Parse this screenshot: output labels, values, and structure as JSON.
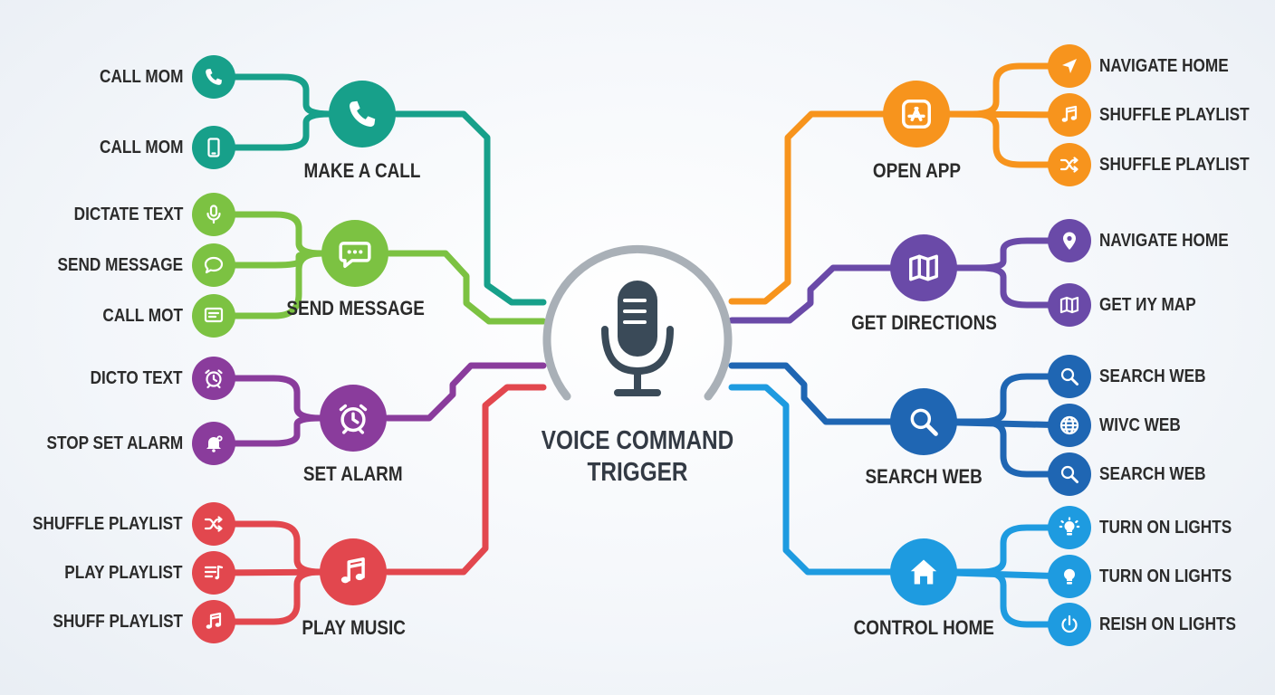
{
  "hub": {
    "title_line1": "VOICE COMMAND",
    "title_line2": "TRIGGER",
    "icon": "microphone-icon"
  },
  "colors": {
    "teal": "#17a08a",
    "green": "#7cc242",
    "purple": "#8a3c9c",
    "red": "#e2474e",
    "orange": "#f7941d",
    "indigo": "#6a4aa8",
    "blue": "#1f66b3",
    "sky": "#1e9be0",
    "hub_ring": "#a9b0b7",
    "hub_mic": "#3a4a58"
  },
  "branches": [
    {
      "id": "make-a-call",
      "label": "MAKE A CALL",
      "color": "teal",
      "icon": "phone-icon",
      "leaves": [
        {
          "label": "CALL MOM",
          "icon": "phone-icon"
        },
        {
          "label": "CALL MOM",
          "icon": "smartphone-icon"
        }
      ]
    },
    {
      "id": "send-message",
      "label": "SEND MESSAGE",
      "color": "green",
      "icon": "chat-bubble-icon",
      "leaves": [
        {
          "label": "DICTATE TEXT",
          "icon": "microphone-icon"
        },
        {
          "label": "SEND MESSAGE",
          "icon": "speech-bubble-icon"
        },
        {
          "label": "CALL MOT",
          "icon": "message-icon"
        }
      ]
    },
    {
      "id": "set-alarm",
      "label": "SET ALARM",
      "color": "purple",
      "icon": "alarm-clock-icon",
      "leaves": [
        {
          "label": "DICTO TEXT",
          "icon": "alarm-clock-icon"
        },
        {
          "label": "STOP SET ALARM",
          "icon": "bell-icon"
        }
      ]
    },
    {
      "id": "play-music",
      "label": "PLAY MUSIC",
      "color": "red",
      "icon": "music-note-icon",
      "leaves": [
        {
          "label": "SHUFFLE PLAYLIST",
          "icon": "shuffle-icon"
        },
        {
          "label": "PLAY PLAYLIST",
          "icon": "playlist-icon"
        },
        {
          "label": "SHUFF PLAYLIST",
          "icon": "music-note-icon"
        }
      ]
    },
    {
      "id": "open-app",
      "label": "OPEN APP",
      "color": "orange",
      "icon": "app-store-icon",
      "leaves": [
        {
          "label": "NAVIGATE HOME",
          "icon": "navigation-arrow-icon"
        },
        {
          "label": "SHUFFLE PLAYLIST",
          "icon": "music-note-icon"
        },
        {
          "label": "SHUFFLE PLAYLIST",
          "icon": "shuffle-icon"
        }
      ]
    },
    {
      "id": "get-directions",
      "label": "GET DIRECTIONS",
      "color": "indigo",
      "icon": "map-icon",
      "leaves": [
        {
          "label": "NAVIGATE HOME",
          "icon": "location-pin-icon"
        },
        {
          "label": "GET ИY MAP",
          "icon": "map-icon"
        }
      ]
    },
    {
      "id": "search-web",
      "label": "SEARCH WEB",
      "color": "blue",
      "icon": "magnifier-icon",
      "leaves": [
        {
          "label": "SEARCH WEB",
          "icon": "magnifier-icon"
        },
        {
          "label": "WIVC WEB",
          "icon": "globe-icon"
        },
        {
          "label": "SEARCH WEB",
          "icon": "magnifier-icon"
        }
      ]
    },
    {
      "id": "control-home",
      "label": "CONTROL HOME",
      "color": "sky",
      "icon": "house-icon",
      "leaves": [
        {
          "label": "TURN ON LIGHTS",
          "icon": "lightbulb-glow-icon"
        },
        {
          "label": "TURN ON LIGHTS",
          "icon": "lightbulb-icon"
        },
        {
          "label": "REISH ON LIGHTS",
          "icon": "power-icon"
        }
      ]
    }
  ]
}
